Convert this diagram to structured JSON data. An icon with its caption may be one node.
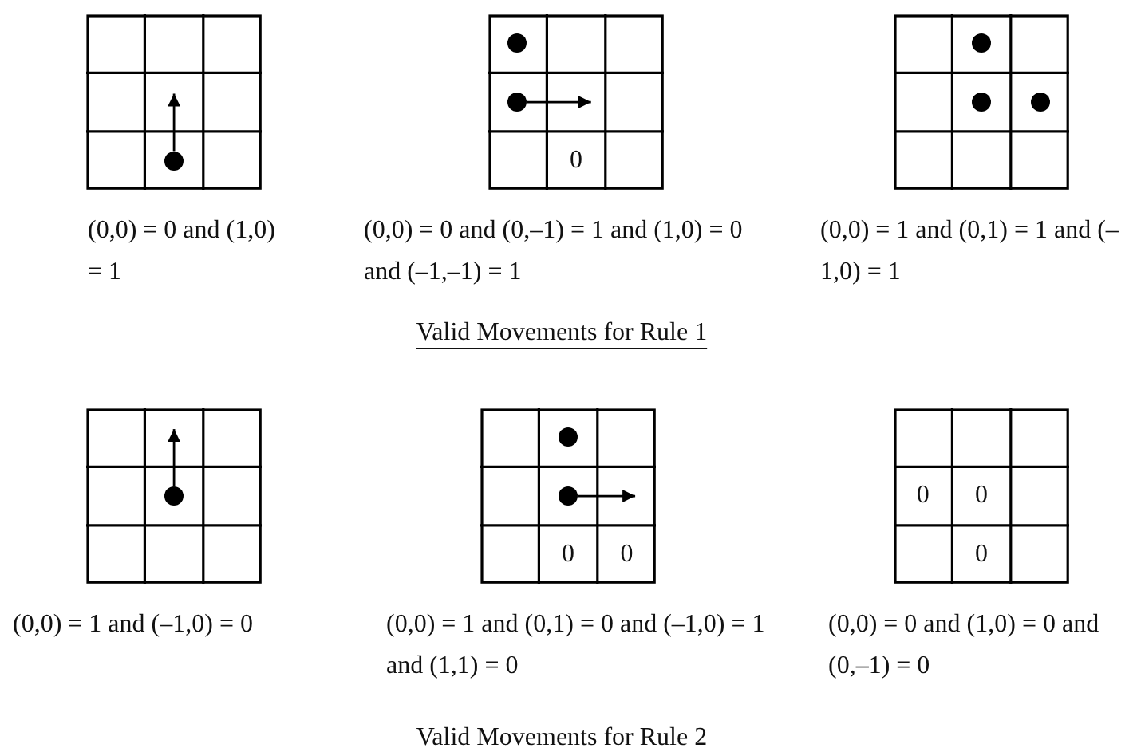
{
  "diagram": {
    "nodes": [
      {
        "text": [],
        "shape": "box",
        "beside": [
          "(0,0) = 0 and (1,0) = 1"
        ]
      },
      {
        "text": [],
        "shape": "circle",
        "in": 0
      },
      {
        "text": [],
        "shape": "box",
        "beside": [
          "(0,0) = 0 and (0,–1) = 1 and (1,0) = 0 and (–1,–1) = 1"
        ]
      },
      {
        "text": [],
        "shape": "circle",
        "in": 2
      },
      {
        "text": [],
        "shape": "circle",
        "in": 2
      },
      {
        "text": [],
        "shape": "box",
        "beside": [
          "(0,0) = 1 and (0,1) = 1 and (–1,0) = 1"
        ]
      },
      {
        "text": [],
        "shape": "circle",
        "in": 5
      },
      {
        "text": [],
        "shape": "circle",
        "in": 5
      },
      {
        "text": [],
        "shape": "circle",
        "in": 5
      },
      {
        "text": [],
        "shape": "box",
        "beside": [
          "(0,0) = 1 and (–1,0) = 0"
        ]
      },
      {
        "text": [],
        "shape": "circle",
        "in": 9
      },
      {
        "text": [],
        "shape": "box",
        "beside": [
          "(0,0) = 1 and (0,1) = 0 and (–1,0) = 1 and (1,1) = 0"
        ]
      },
      {
        "text": [],
        "shape": "circle",
        "in": 11
      },
      {
        "text": [],
        "shape": "circle",
        "in": 11
      },
      {
        "text": [],
        "shape": "box",
        "beside": [
          "(0,0) = 0 and (1,0) = 0 and (0,–1) = 0"
        ]
      }
    ],
    "edges": [
      {
        "from": 1,
        "to": null,
        "arrow": "to"
      },
      {
        "from": 4,
        "to": null,
        "arrow": "to"
      },
      {
        "from": 10,
        "to": null,
        "arrow": "to"
      },
      {
        "from": 13,
        "to": null,
        "arrow": "to"
      }
    ],
    "labels": [
      "0",
      "Valid Movements for Rule 1",
      "0",
      "0",
      "0",
      "0",
      "0",
      "Valid Movements for Rule 2"
    ]
  }
}
